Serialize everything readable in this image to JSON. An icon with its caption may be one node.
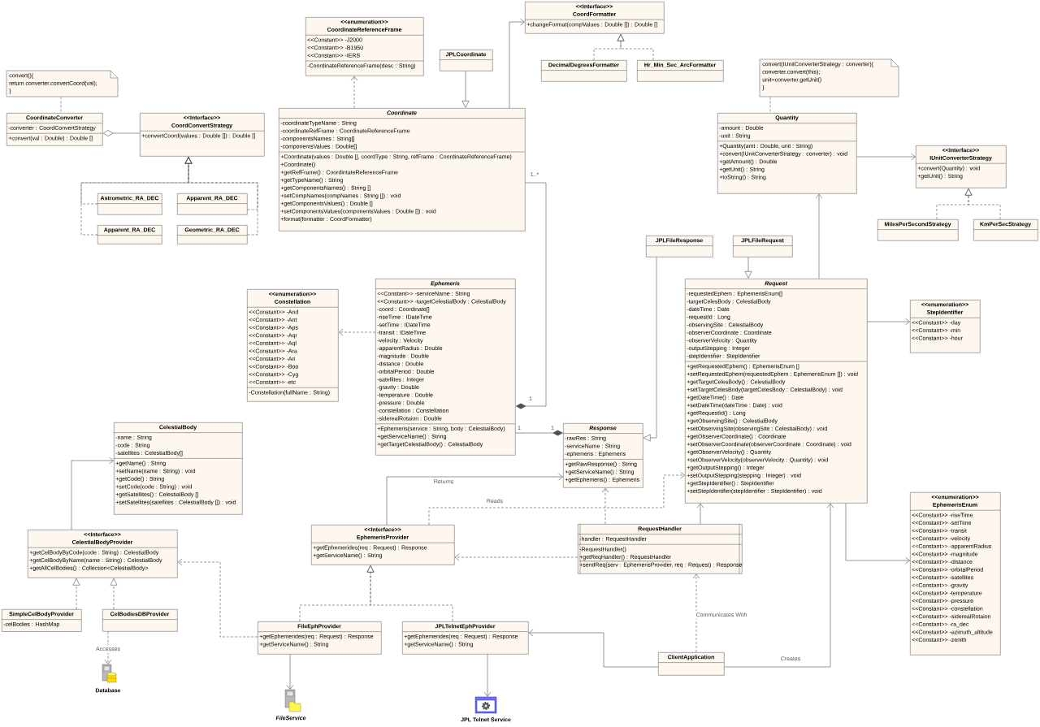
{
  "diagram": {
    "nodes": [
      {
        "text": [
          "convert(){",
          "return converter.convertCoord(val);",
          "}"
        ]
      },
      {
        "text": [
          "CoordinateConverter",
          "-converter : CoordConvertStrategy",
          "+convert(val : Double) : Double []"
        ]
      },
      {
        "text": [
          "<<Interface>>",
          "CoordConvertStrategy",
          "+convertCoord(values : Double []) : Double []"
        ]
      },
      {
        "text": [
          "Astrometric_RA_DEC"
        ]
      },
      {
        "text": [
          "Apparent_RA_DEC"
        ]
      },
      {
        "text": [
          "Apparent_RA_DEC"
        ]
      },
      {
        "text": [
          "Geometric_RA_DEC"
        ]
      },
      {
        "text": [
          "<<enumeration>>",
          "CoordinateReferenceFrame",
          "<<Constant>> -J2000",
          "<<Constant>> -B1950",
          "<<Constant>> -IERS",
          "-CoordinateReferenceFrame(desc : String)"
        ]
      },
      {
        "text": [
          "JPLCoordinate"
        ]
      },
      {
        "text": [
          "<<Interface>>",
          "CoordFormatter",
          "+changeFormat(compValues : Double []) : Double []"
        ]
      },
      {
        "text": [
          "DecimalDegreesFormatter"
        ]
      },
      {
        "text": [
          "Hr_Min_Sec_ArcFormatter"
        ]
      },
      {
        "text": [
          "Coordinate",
          "-coordinateTypeName : String",
          "-coordinateRefFrame : CoordinateReferenceFrame",
          "-componentsNames : String[]",
          "-componentsValues : Double[]",
          "+Coordinate(values : Double [], coordType : String, refFrame : CoordinateReferenceFrame)",
          "+Coordinate()",
          "+getRefFrame() : CoordintateReferenceFrame",
          "+getTypeName() : String",
          "+getComponentsNames() : String []",
          "+setCompNames(compNames : String []) : void",
          "+getComponentsValues() : Double []",
          "+setComponentsValues(componentsValues : Double []) : void",
          "+format(formatter : CoordFormatter)"
        ]
      },
      {
        "text": [
          "convert(IUnitConverterStrategy : converter){",
          "converter.convert(this);",
          "unit=converter.getUnit()",
          "}"
        ]
      },
      {
        "text": [
          "Quantity",
          "-amount : Double",
          "-unit : String",
          "+Quantity(amt : Double, unit : String)",
          "+convert(IUnitConverterStrategy : converter) : void",
          "+getAmount() : Double",
          "+getUnit() : String",
          "+toString() : String"
        ]
      },
      {
        "text": [
          "<<Interface>>",
          "IUnitConverterStrategy",
          "+convert(Quantity) : void",
          "+getUnit() : String"
        ]
      },
      {
        "text": [
          "MilesPerSecondStrategy"
        ]
      },
      {
        "text": [
          "KmPerSecStrategy"
        ]
      },
      {
        "text": [
          "<<enumeration>>",
          "Constellation",
          "<<Constant>> -And",
          "<<Constant>> -Ant",
          "<<Constant>> -Aps",
          "<<Constant>> -Aqr",
          "<<Constant>> -Aql",
          "<<Constant>> -Ara",
          "<<Constant>> -Ari",
          "<<Constant>> -Boo",
          "<<Constant>> -Cyg",
          "<<Constant>> -etc",
          "-Constellation(fullName : String)"
        ]
      },
      {
        "text": [
          "Ephemeris",
          "<<Constant>> -serviceName : String",
          "<<Constant>> -targetCelestialBody : CelestialBody",
          "-coord : Coordinate[]",
          "-riseTime : IDateTime",
          "-setTime : IDateTime",
          "-transit : IDateTime",
          "-velocity : Velocity",
          "-apparentRadius : Double",
          "-magnitude : Double",
          "-distance : Double",
          "-orbitalPeriod : Double",
          "-satellites : Integer",
          "-gravity : Double",
          "-temperature : Double",
          "-pressure : Double",
          "-constellation : Constellation",
          "-siderealRotaion : Double",
          "+Ephemeris(service : String, body : CelestialBody)",
          "+getServiceName() : String",
          "+getTargetCelestialBody() : CelestialBody"
        ]
      },
      {
        "text": [
          "JPLFileResponse"
        ]
      },
      {
        "text": [
          "JPLFileRequest"
        ]
      },
      {
        "text": [
          "Request",
          "-requestedEphem : EphemerisEnum[]",
          "-targetCelesBody : CelestialBody",
          "-dateTime : Date",
          "-requestId : Long",
          "-observingSite : CelestialBody",
          "-observerCoordinate : Coordinate",
          "-observerVelocity : Quantity",
          "-outputStepping : Integer",
          "-stepIdentifier : StepIdentifier",
          "+getRequestedEphem() : EphemerisEnum []",
          "+setRequestedEphem(requestedEphem : EphemerisEnum []) : void",
          "+getTargetCelesBody() : CelestialBody",
          "+setTargetCelesBody(targetCelesBody : CelestialBody) : void",
          "+getDateTime() : Date",
          "+setDateTime(dateTime : Date) : void",
          "+getRequestId() : Long",
          "+getObservingSite() : CelestialBody",
          "+setObservingSite(observingSite : CelestialBody) : void",
          "+getObserverCoordinate() : Coordinate",
          "+setObserverCoordinate(observerCoordinate : Coordinate) : void",
          "+getObserverVelocity() : Quantity",
          "+setObserverVelocity(observerVelocity : Quantity) : void",
          "+getOutputStepping() : Integer",
          "+setOutputStepping(stepping : Integer) : void",
          "+getStepIdentifier() : StepIdentifier",
          "+setStepIdentifier(stepIdentifier : StepIdentifier) : void"
        ]
      },
      {
        "text": [
          "<<enumeration>>",
          "StepIdentifier",
          "<<Constant>> -day",
          "<<Constant>> -min",
          "<<Constant>> -hour"
        ]
      },
      {
        "text": [
          "Response",
          "-rawRes : String",
          "-serviceName : String",
          "-ephemeris : Ephemeris",
          "+getRawResponse() : String",
          "+getServiceName() : String",
          "+getEphemeris() : Ephemeris"
        ]
      },
      {
        "text": [
          "CelestialBody",
          "-name : String",
          "-code : String",
          "-satellites : CelestialBody[]",
          "+getName() : String",
          "+setName(name : String) : void",
          "+getCode() : String",
          "+setCode(code : String) : void",
          "+getSatellites() : CelestialBody []",
          "+setSatellites(satellites : CelestialBody []) : void"
        ]
      },
      {
        "text": [
          "<<Interface>>",
          "CelestialBodyProvider",
          "+getCelBodyByCode(code : String) : CelestialBody",
          "+getCelBodyByName(name : String) : CelestialBody",
          "+getAllCelBodies() : Collection<CelestialBody>"
        ]
      },
      {
        "text": [
          "SimpleCelBodyProvider",
          "-celBodies : HashMap"
        ]
      },
      {
        "text": [
          "CelBodiesDBProvider"
        ]
      },
      {
        "text": [
          "Database"
        ]
      },
      {
        "text": [
          "<<Interface>>",
          "EphemerisProvider",
          "+getEphemerides(req : Request) : Response",
          "+getServiceName() : String"
        ]
      },
      {
        "text": [
          "RequestHandler",
          "-handler : RequestHandler",
          "-RequestHandler()",
          "+getReqHandler() : RequestHandler",
          "+sendReq(serv : EphemerisProvider, req : Request) : Response"
        ]
      },
      {
        "text": [
          "<<enumeration>>",
          "EphemerisEnum",
          "<<Constant>> -riseTime",
          "<<Constant>> -setTime",
          "<<Constant>> -transit",
          "<<Constant>> -velocity",
          "<<Constant>> -apparentRadius",
          "<<Constant>> -magnitude",
          "<<Constant>> -distance",
          "<<Constant>> -orbitalPeriod",
          "<<Constant>> -satellites",
          "<<Constant>> -gravity",
          "<<Constant>> -temperature",
          "<<Constant>> -pressure",
          "<<Constant>> -constellation",
          "<<Constant>> -siderealRotaion",
          "<<Constant>> -ra_dec",
          "<<Constant>> -azimuth_altitude",
          "<<Constant>> -zenith"
        ]
      },
      {
        "text": [
          "FileEphProvider",
          "+getEphemerides(req : Request) : Response",
          "+getServiceName() : String"
        ]
      },
      {
        "text": [
          "JPLTelnetEphProvider",
          "+getEphemerides(req : Request) : Response",
          "+getServiceName() : String"
        ]
      },
      {
        "text": [
          "ClientApplication"
        ]
      },
      {
        "text": [
          "FileService"
        ]
      },
      {
        "text": [
          "JPL Telnet Service"
        ]
      }
    ],
    "edges": [
      {
        "from": 0,
        "to": 1,
        "arrow": "none",
        "style": "dashed"
      },
      {
        "from": 1,
        "to": 2,
        "arrow": "other"
      },
      {
        "from": 3,
        "to": 2,
        "arrow": "to",
        "style": "dashed"
      },
      {
        "from": 4,
        "to": 2,
        "arrow": "to",
        "style": "dashed"
      },
      {
        "from": 5,
        "to": 2,
        "arrow": "to",
        "style": "dashed"
      },
      {
        "from": 6,
        "to": 2,
        "arrow": "to",
        "style": "dashed"
      },
      {
        "from": 12,
        "to": 7,
        "arrow": "to",
        "style": "dashed"
      },
      {
        "from": 8,
        "to": 12,
        "arrow": "to"
      },
      {
        "from": 12,
        "to": 9,
        "arrow": "to"
      },
      {
        "from": 10,
        "to": 9,
        "arrow": "to",
        "style": "dashed"
      },
      {
        "from": 11,
        "to": 9,
        "arrow": "to",
        "style": "dashed"
      },
      {
        "from": 13,
        "to": 14,
        "arrow": "none",
        "style": "dashed"
      },
      {
        "from": 14,
        "to": 15,
        "arrow": "to"
      },
      {
        "from": 16,
        "to": 15,
        "arrow": "to",
        "style": "dashed"
      },
      {
        "from": 17,
        "to": 15,
        "arrow": "to",
        "style": "dashed"
      },
      {
        "from": 19,
        "to": 18,
        "arrow": "to",
        "style": "dashed"
      },
      {
        "from": 19,
        "to": 12,
        "arrow": "other"
      },
      {
        "from": 24,
        "to": 19,
        "arrow": "other"
      },
      {
        "from": 20,
        "to": 24,
        "arrow": "to"
      },
      {
        "from": 21,
        "to": 22,
        "arrow": "to"
      },
      {
        "from": 22,
        "to": 14,
        "arrow": "to"
      },
      {
        "from": 22,
        "to": 23,
        "arrow": "to"
      },
      {
        "from": 22,
        "to": 32,
        "arrow": "to"
      },
      {
        "from": 26,
        "to": 25,
        "arrow": "to"
      },
      {
        "from": 27,
        "to": 26,
        "arrow": "to",
        "style": "dashed"
      },
      {
        "from": 28,
        "to": 26,
        "arrow": "to",
        "style": "dashed"
      },
      {
        "from": 28,
        "to": 29,
        "arrow": "to",
        "style": "dashed",
        "label": "Accesses"
      },
      {
        "from": 33,
        "to": 26,
        "arrow": "to",
        "style": "dashed"
      },
      {
        "from": 33,
        "to": 36,
        "arrow": "to"
      },
      {
        "from": 34,
        "to": 37,
        "arrow": "to"
      },
      {
        "from": 33,
        "to": 30,
        "arrow": "to",
        "style": "dashed"
      },
      {
        "from": 34,
        "to": 30,
        "arrow": "to",
        "style": "dashed"
      },
      {
        "from": 30,
        "to": 24,
        "arrow": "to",
        "label": "Returns"
      },
      {
        "from": 30,
        "to": 22,
        "arrow": "to",
        "style": "dashed",
        "label": "Reads"
      },
      {
        "from": 31,
        "to": 24,
        "arrow": "to",
        "style": "dashed"
      },
      {
        "from": 31,
        "to": 22,
        "arrow": "to"
      },
      {
        "from": 31,
        "to": 30,
        "arrow": "to",
        "style": "dashed"
      },
      {
        "from": 35,
        "to": 31,
        "arrow": "to",
        "style": "dashed",
        "label": "Communicates With"
      },
      {
        "from": 35,
        "to": 34,
        "arrow": "to"
      },
      {
        "from": 35,
        "to": 22,
        "arrow": "to",
        "label": "Creates"
      }
    ],
    "labels": [
      "1..*",
      "1",
      "1",
      "1"
    ]
  }
}
